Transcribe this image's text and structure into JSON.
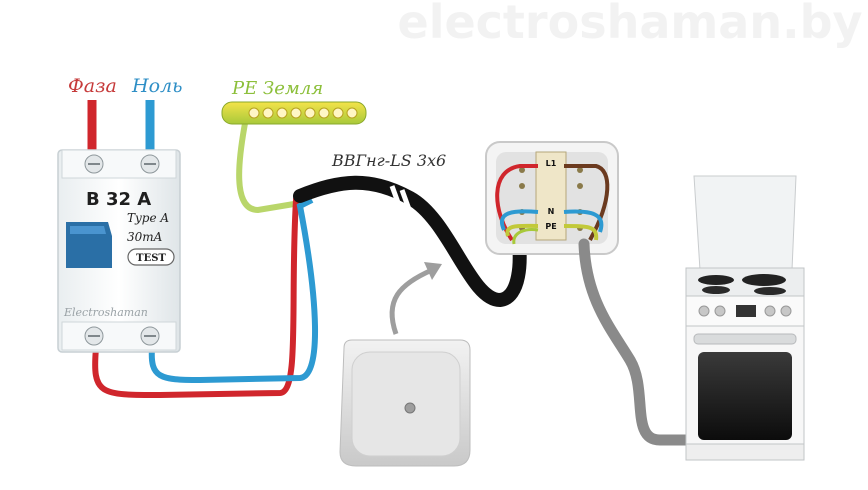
{
  "watermark": "electroshaman.by",
  "labels": {
    "phase": "Фаза",
    "neutral": "Ноль",
    "ground": "PE Земля",
    "cable": "ВВГнг-LS 3х6"
  },
  "breaker": {
    "rating": "B 32 A",
    "type": "Type A",
    "current": "30mA",
    "test_label": "TEST",
    "brand": "Electroshaman"
  },
  "terminal_block": {
    "l1": "L1",
    "n": "N",
    "pe": "PE"
  },
  "colors": {
    "phase_wire": "#d0262c",
    "neutral_wire": "#2d9ad2",
    "ground_wire": "#b9d66a",
    "cable": "#111111",
    "grey_cable": "#8a8a8a",
    "phase_label": "#c63a3a",
    "neutral_label": "#2f8fc6",
    "ground_label": "#8cbf3a"
  },
  "icons": [
    "rcbo-device",
    "ground-busbar",
    "junction-box",
    "electric-stove",
    "arrow-icon"
  ]
}
